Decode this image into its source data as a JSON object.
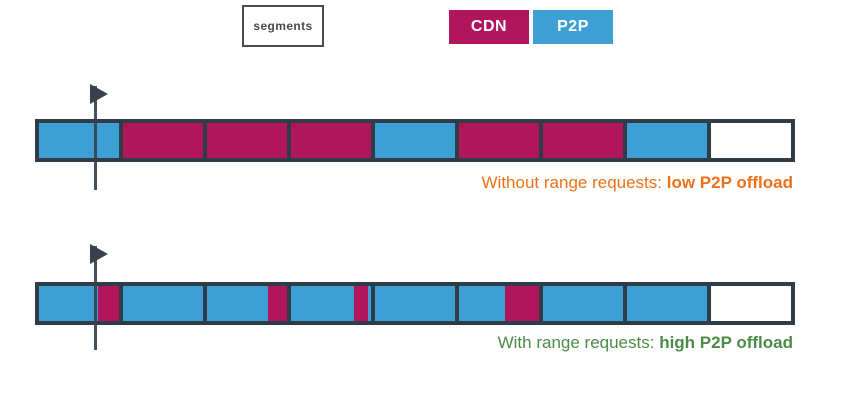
{
  "colors": {
    "cdn": "#B1155C",
    "p2p": "#3E9FD4",
    "frame": "#303C48",
    "playhead": "#37424E",
    "empty": "#FFFFFF",
    "gray": "#4A4A4A"
  },
  "segments_box": {
    "label": "segments"
  },
  "legend": {
    "items": [
      {
        "label": "CDN",
        "color": "cdn"
      },
      {
        "label": "P2P",
        "color": "p2p"
      }
    ]
  },
  "timelines": [
    {
      "name": "without-range-requests",
      "caption_prefix": "Without range requests: ",
      "caption_bold": "low P2P offload",
      "caption_color": "#EE7118",
      "segments": [
        [
          {
            "c": "p2p",
            "w": 100
          }
        ],
        [
          {
            "c": "cdn",
            "w": 100
          }
        ],
        [
          {
            "c": "cdn",
            "w": 100
          }
        ],
        [
          {
            "c": "cdn",
            "w": 100
          }
        ],
        [
          {
            "c": "p2p",
            "w": 100
          }
        ],
        [
          {
            "c": "cdn",
            "w": 100
          }
        ],
        [
          {
            "c": "cdn",
            "w": 100
          }
        ],
        [
          {
            "c": "p2p",
            "w": 100
          }
        ],
        [
          {
            "c": "empty",
            "w": 100
          }
        ]
      ]
    },
    {
      "name": "with-range-requests",
      "caption_prefix": "With range requests: ",
      "caption_bold": "high P2P offload",
      "caption_color": "#4C8B48",
      "segments": [
        [
          {
            "c": "p2p",
            "w": 74
          },
          {
            "c": "cdn",
            "w": 26
          }
        ],
        [
          {
            "c": "p2p",
            "w": 100
          }
        ],
        [
          {
            "c": "p2p",
            "w": 76
          },
          {
            "c": "cdn",
            "w": 24
          }
        ],
        [
          {
            "c": "p2p",
            "w": 79
          },
          {
            "c": "cdn",
            "w": 17
          },
          {
            "c": "p2p",
            "w": 4
          }
        ],
        [
          {
            "c": "p2p",
            "w": 100
          }
        ],
        [
          {
            "c": "p2p",
            "w": 58
          },
          {
            "c": "cdn",
            "w": 42
          }
        ],
        [
          {
            "c": "p2p",
            "w": 100
          }
        ],
        [
          {
            "c": "p2p",
            "w": 100
          }
        ],
        [
          {
            "c": "empty",
            "w": 100
          }
        ]
      ]
    }
  ]
}
